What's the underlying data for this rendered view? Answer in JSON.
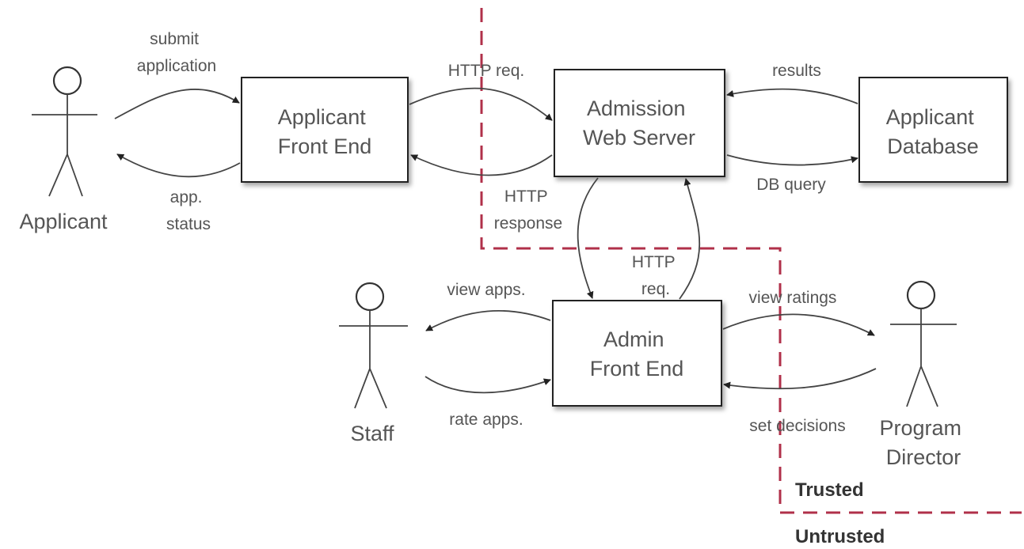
{
  "boxes": {
    "applicant_front_end": [
      "Applicant",
      "Front End"
    ],
    "admission_web_server": [
      "Admission",
      "Web Server"
    ],
    "applicant_database": [
      "Applicant",
      "Database"
    ],
    "admin_front_end": [
      "Admin",
      "Front End"
    ]
  },
  "actors": {
    "applicant": [
      "Applicant"
    ],
    "staff": [
      "Staff"
    ],
    "program_director": [
      "Program",
      "Director"
    ]
  },
  "edges": {
    "submit_application": [
      "submit",
      "application"
    ],
    "app_status": [
      "app.",
      "status"
    ],
    "http_req_top": [
      "HTTP req."
    ],
    "http_response": [
      "HTTP",
      "response"
    ],
    "results": [
      "results"
    ],
    "db_query": [
      "DB query"
    ],
    "http_req_up": [
      "HTTP",
      "req."
    ],
    "view_apps": [
      "view apps."
    ],
    "rate_apps": [
      "rate apps."
    ],
    "view_ratings": [
      "view ratings"
    ],
    "set_decisions": [
      "set decisions"
    ]
  },
  "zones": {
    "trusted": "Trusted",
    "untrusted": "Untrusted"
  },
  "colors": {
    "boundary": "#b0304a",
    "stroke": "#444444",
    "text": "#555555"
  }
}
